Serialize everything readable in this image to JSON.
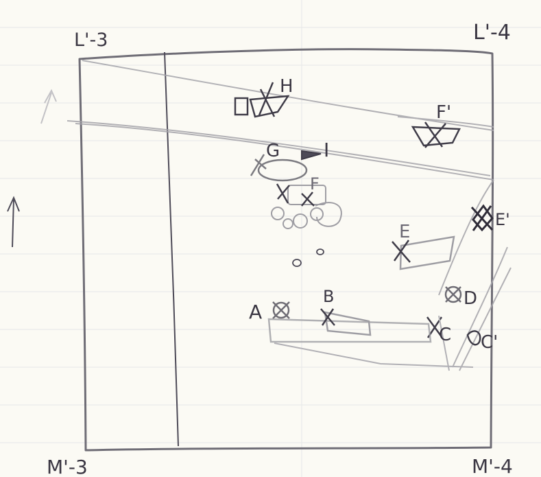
{
  "corners": {
    "top_left": "L'-3",
    "top_right": "L'-4",
    "bottom_left": "M'-3",
    "bottom_right": "M'-4"
  },
  "points": {
    "a": "A",
    "b": "B",
    "c": "C",
    "c_prime": "C'",
    "d": "D",
    "e": "E",
    "e_prime": "E'",
    "f": "F",
    "f_prime": "F'",
    "g": "G",
    "h": "H",
    "i": "I"
  }
}
